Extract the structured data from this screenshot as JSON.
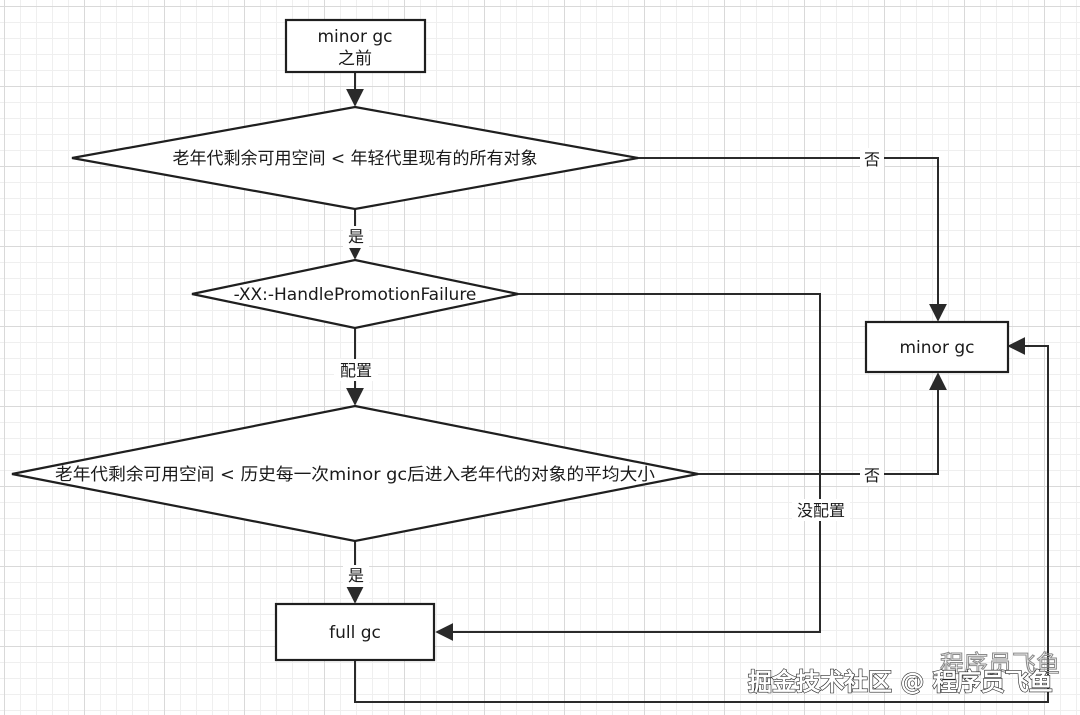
{
  "nodes": {
    "start": {
      "line1": "minor gc",
      "line2": "之前"
    },
    "decision1": {
      "text": "老年代剩余可用空间 < 年轻代里现有的所有对象"
    },
    "decision2": {
      "text": "-XX:-HandlePromotionFailure"
    },
    "decision3": {
      "text": "老年代剩余可用空间 < 历史每一次minor gc后进入老年代的对象的平均大小"
    },
    "minor_gc": {
      "text": "minor gc"
    },
    "full_gc": {
      "text": "full gc"
    }
  },
  "edge_labels": {
    "d1_no": "否",
    "d1_yes": "是",
    "d2_configured": "配置",
    "d2_not_configured": "没配置",
    "d3_no": "否",
    "d3_yes": "是"
  },
  "watermark": {
    "text": "掘金技术社区 @ 程序员飞鱼",
    "faint_text": "程序员飞鱼"
  },
  "colors": {
    "grid_major": "#d9d9d9",
    "grid_minor": "#efefef",
    "stroke": "#1f1f1f",
    "background": "#ffffff"
  }
}
